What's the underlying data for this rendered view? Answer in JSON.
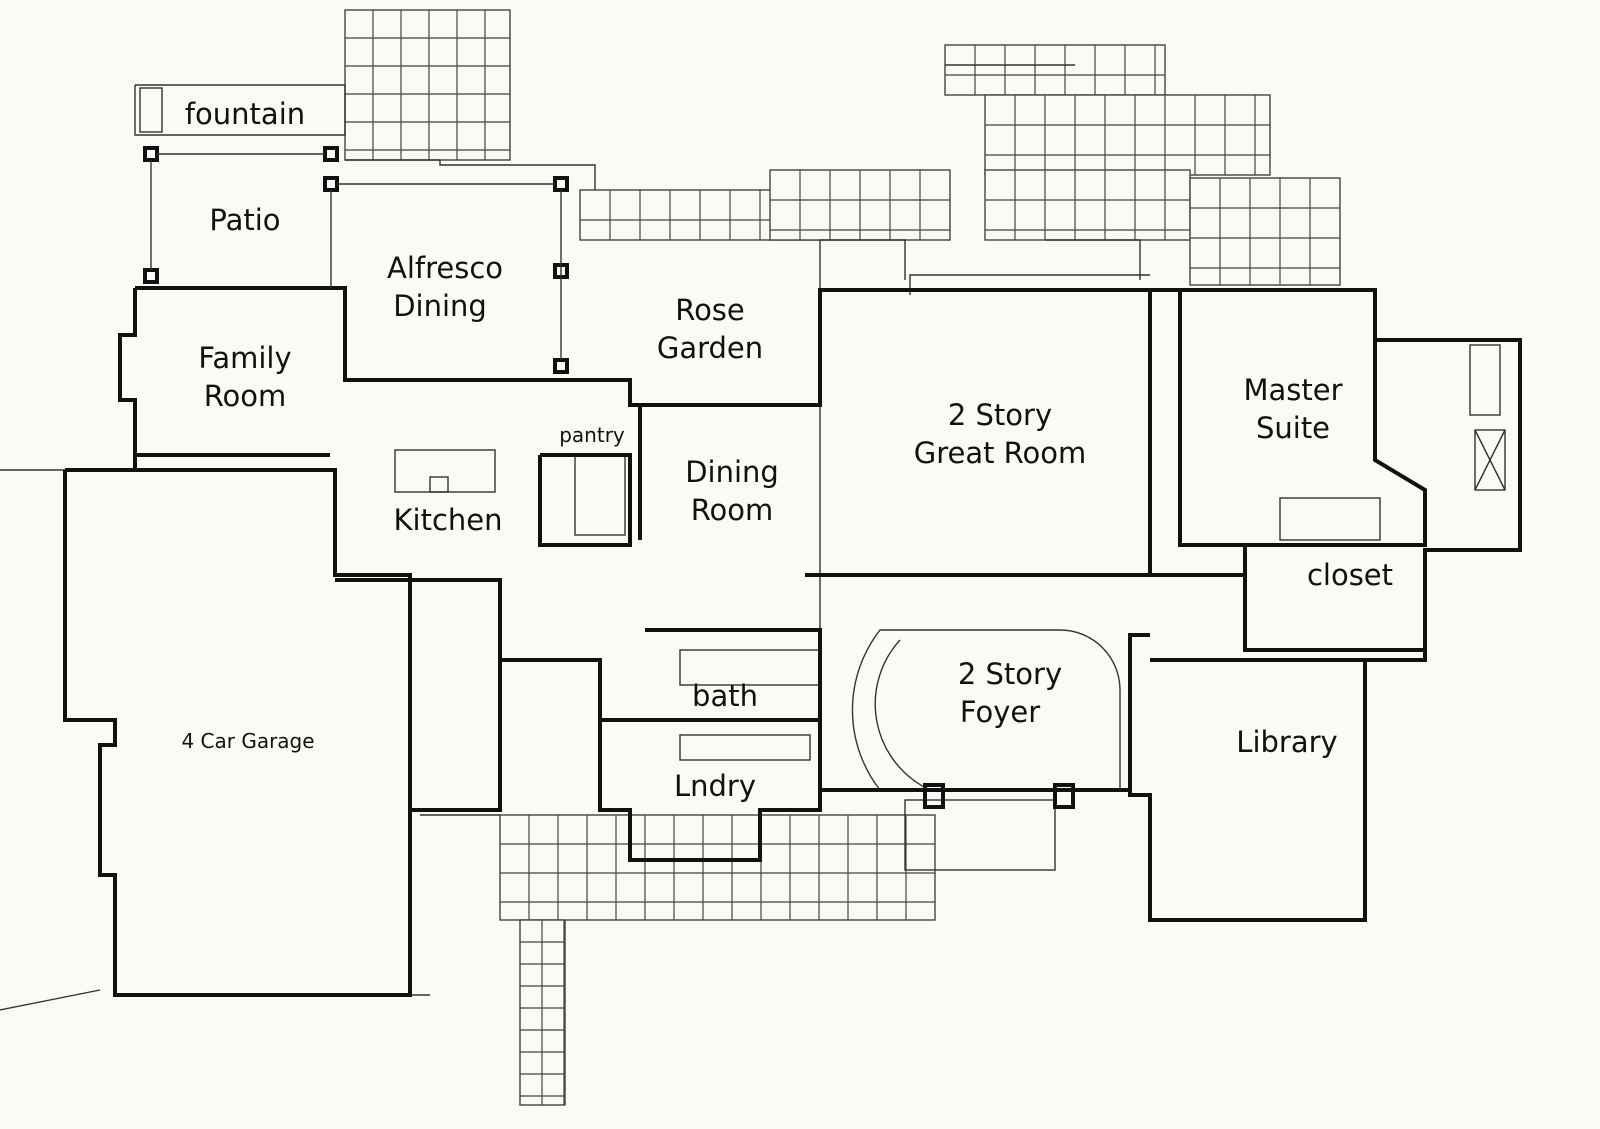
{
  "title": "Floor plan",
  "rooms": {
    "fountain": "fountain",
    "patio": "Patio",
    "alfresco": [
      "Alfresco",
      "Dining"
    ],
    "rose_garden": [
      "Rose",
      "Garden"
    ],
    "family_room": [
      "Family",
      "Room"
    ],
    "pantry": "pantry",
    "dining_room": [
      "Dining",
      "Room"
    ],
    "great_room": [
      "2 Story",
      "Great Room"
    ],
    "master_suite": [
      "Master",
      "Suite"
    ],
    "kitchen": "Kitchen",
    "closet": "closet",
    "garage": "4 Car Garage",
    "bath": "bath",
    "foyer": [
      "2 Story",
      "Foyer"
    ],
    "library": "Library",
    "laundry": "Lndry"
  },
  "colors": {
    "background": "#fcfaf5",
    "lines": "#111111"
  }
}
